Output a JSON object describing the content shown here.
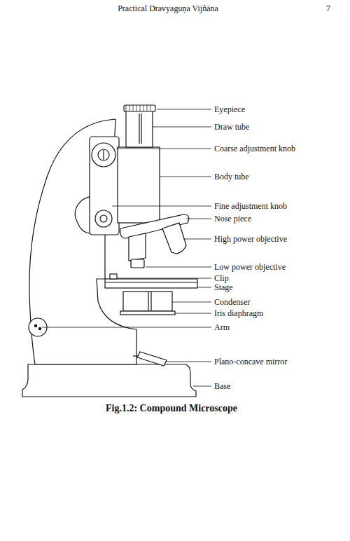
{
  "diagram": {
    "caption": "Fig.1.2: Compound Microscope",
    "labels": [
      "Practical Dravyaguṇa Vijñāna",
      "7",
      "Eyepiece",
      "Draw tube",
      "Coarse adjustment knob",
      "Body tube",
      "Fine adjustment knob",
      "Nose piece",
      "High power objective",
      "Low power objective",
      "Clip",
      "Stage",
      "Condenser",
      "Iris diaphragm",
      "Arm",
      "Plano-concave mirror",
      "Base"
    ]
  }
}
